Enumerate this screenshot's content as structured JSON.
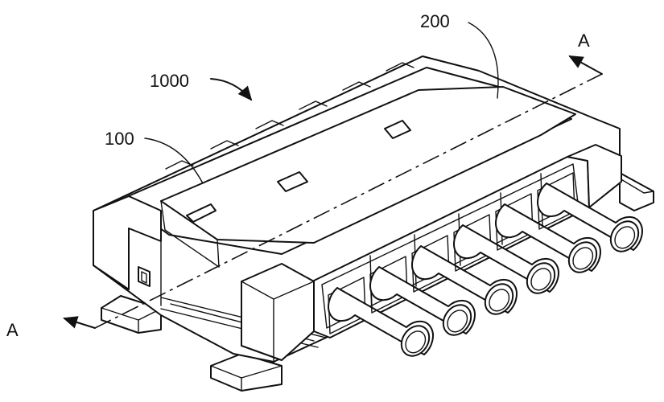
{
  "labels": {
    "assembly": "1000",
    "housing": "100",
    "shell": "200",
    "section_top": "A",
    "section_bottom": "A"
  },
  "pins": {
    "count": 6
  }
}
